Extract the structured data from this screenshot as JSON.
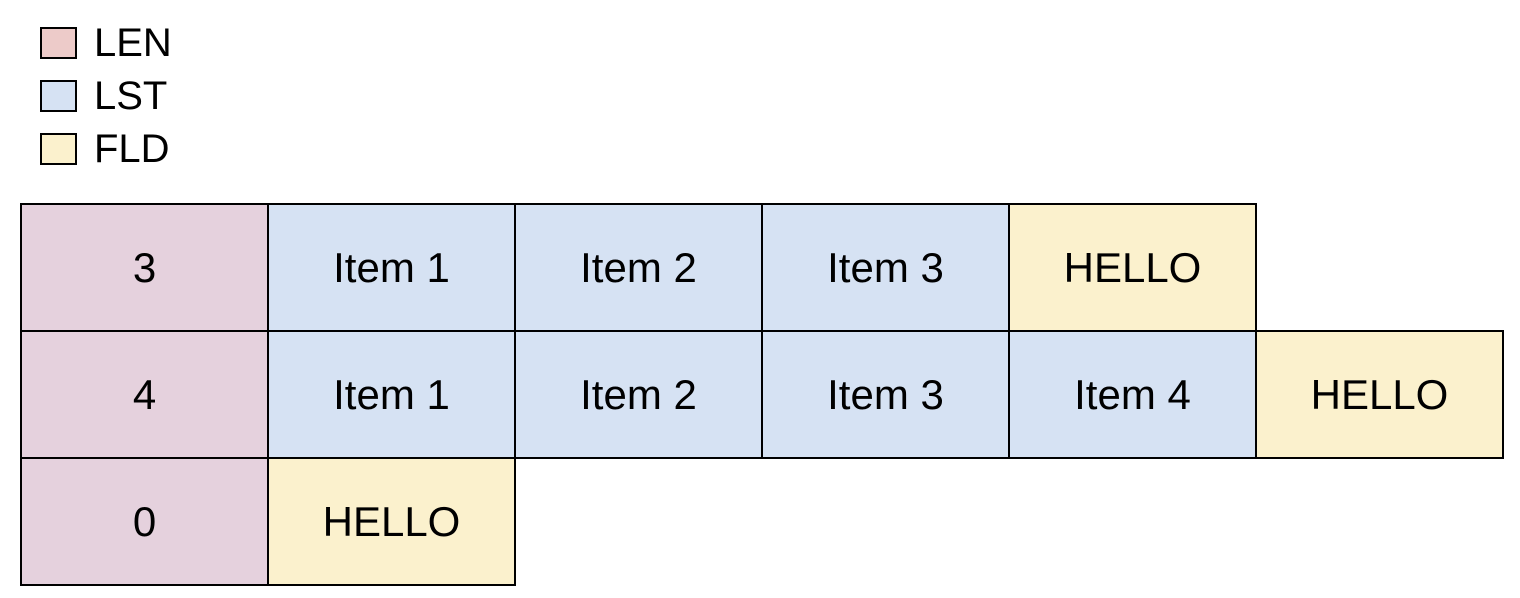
{
  "legend": {
    "items": [
      {
        "label": "LEN",
        "color": "#edcbc9"
      },
      {
        "label": "LST",
        "color": "#d6e2f3"
      },
      {
        "label": "FLD",
        "color": "#fbf1cd"
      }
    ]
  },
  "colors": {
    "LEN": "#e5d1dd",
    "LST": "#d6e2f3",
    "FLD": "#fbf1cd",
    "border": "#000000"
  },
  "table": {
    "rows": [
      {
        "cells": [
          {
            "type": "LEN",
            "label": "3"
          },
          {
            "type": "LST",
            "label": "Item 1"
          },
          {
            "type": "LST",
            "label": "Item 2"
          },
          {
            "type": "LST",
            "label": "Item 3"
          },
          {
            "type": "FLD",
            "label": "HELLO"
          }
        ]
      },
      {
        "cells": [
          {
            "type": "LEN",
            "label": "4"
          },
          {
            "type": "LST",
            "label": "Item 1"
          },
          {
            "type": "LST",
            "label": "Item 2"
          },
          {
            "type": "LST",
            "label": "Item 3"
          },
          {
            "type": "LST",
            "label": "Item 4"
          },
          {
            "type": "FLD",
            "label": "HELLO"
          }
        ]
      },
      {
        "cells": [
          {
            "type": "LEN",
            "label": "0"
          },
          {
            "type": "FLD",
            "label": "HELLO"
          }
        ]
      }
    ]
  }
}
